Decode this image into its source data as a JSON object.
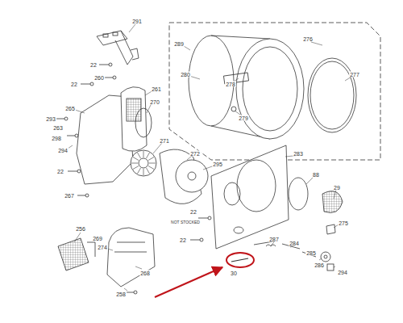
{
  "diagram": {
    "labels": [
      "291",
      "22",
      "260",
      "22",
      "261",
      "270",
      "265",
      "293",
      "263",
      "298",
      "294",
      "22",
      "267",
      "271",
      "272",
      "295",
      "276",
      "289",
      "280",
      "278",
      "279",
      "277",
      "283",
      "88",
      "29",
      "275",
      "NOT STOCKED",
      "22",
      "22",
      "287",
      "284",
      "285",
      "286",
      "294",
      "256",
      "269",
      "274",
      "268",
      "258",
      "30"
    ]
  }
}
